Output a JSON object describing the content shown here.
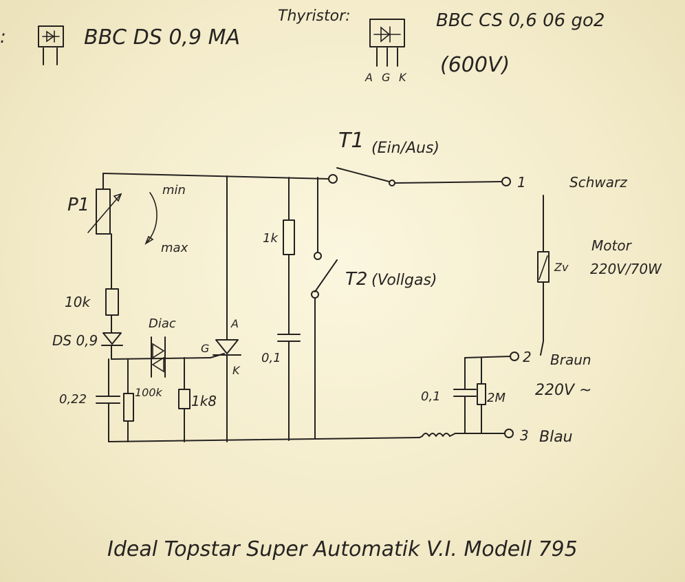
{
  "header": {
    "diode_ref_fragment": ":",
    "diode_part": "BBC DS 0,9 MA",
    "thyristor_label": "Thyristor:",
    "thyristor_part": "BBC CS 0,6 06 go2",
    "thyristor_voltage": "(600V)",
    "thyristor_pins": [
      "A",
      "G",
      "K"
    ]
  },
  "circuit": {
    "pot_label": "P1",
    "pot_min": "min",
    "pot_max": "max",
    "r_10k": "10k",
    "diode_ds": "DS 0,9",
    "diac": "Diac",
    "cap_022": "0,22",
    "r_100k": "100k",
    "r_1k8": "1k8",
    "thy_anode": "A",
    "thy_gate": "G",
    "thy_cathode": "K",
    "r_1k": "1k",
    "cap_01_left": "0,1",
    "switch_t1": "T1",
    "switch_t1_desc": "(Ein/Aus)",
    "switch_t2": "T2",
    "switch_t2_desc": "(Vollgas)",
    "term1_num": "1",
    "term1_color": "Schwarz",
    "motor_label": "Motor",
    "motor_rating": "220V/70W",
    "motor_sym": "Zv",
    "term2_num": "2",
    "term2_color": "Braun",
    "mains": "220V ~",
    "cap_01_right": "0,1",
    "r_2m": "2M",
    "term3_num": "3",
    "term3_color": "Blau"
  },
  "footer": {
    "caption": "Ideal Topstar Super Automatik V.I.  Modell 795"
  }
}
